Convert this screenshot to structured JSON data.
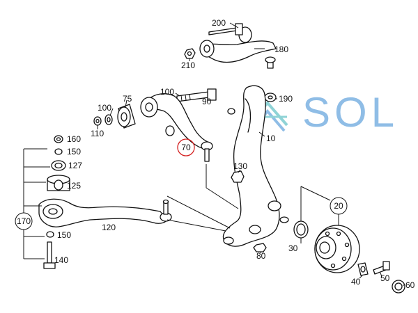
{
  "colors": {
    "ink": "#111111",
    "highlight": "#d42020",
    "watermark_teal": "#8fd3d6",
    "watermark_blue": "#8fbde6"
  },
  "watermark": {
    "text": "SOL"
  },
  "labels": {
    "p200": "200",
    "p180": "180",
    "p210": "210",
    "p100a": "100",
    "p90": "90",
    "p75": "75",
    "p100b": "100",
    "p110": "110",
    "p190": "190",
    "p160": "160",
    "p150a": "150",
    "p127": "127",
    "p125": "125",
    "p170": "170",
    "p70": "70",
    "p10": "10",
    "p130": "130",
    "p120": "120",
    "p150b": "150",
    "p140": "140",
    "p20": "20",
    "p30": "30",
    "p80": "80",
    "p40": "40",
    "p50": "50",
    "p60": "60"
  }
}
